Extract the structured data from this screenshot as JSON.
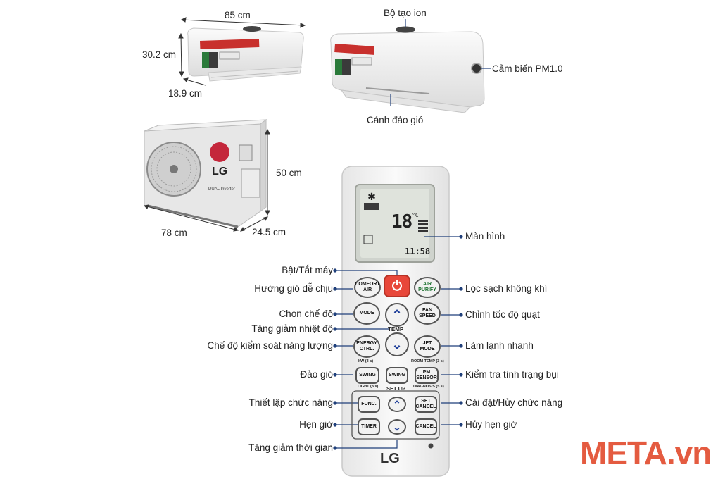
{
  "indoor_dims": {
    "width": "85 cm",
    "height": "30.2 cm",
    "depth": "18.9 cm"
  },
  "outdoor_dims": {
    "width": "78 cm",
    "height": "50 cm",
    "depth": "24.5 cm"
  },
  "indoor_labels": {
    "ion": "Bộ tạo ion",
    "pm_sensor": "Cảm biến PM1.0",
    "vane": "Cánh đảo gió"
  },
  "outdoor_unit": {
    "brand": "LG",
    "model": "DUAL Inverter"
  },
  "remote": {
    "display": {
      "temp": "18",
      "unit": "°C",
      "time": "11:58"
    },
    "buttons": {
      "comfort_air": "COMFORT AIR",
      "air_purify": "AIR PURIFY",
      "mode": "MODE",
      "fan_speed": "FAN SPEED",
      "energy_ctrl": "ENERGY CTRL.",
      "jet_mode": "JET MODE",
      "swing1": "SWING",
      "swing2": "SWING",
      "pm_sensor": "PM SENSOR",
      "func": "FUNC.",
      "set_cancel": "SET CANCEL",
      "timer": "TIMER",
      "cancel": "CANCEL"
    },
    "sublabels": {
      "kw": "kW (3 s)",
      "room_temp": "ROOM TEMP (3 s)",
      "light": "LIGHT (3 s)",
      "diagnosis": "DIAGNOSIS (5 s)"
    },
    "sections": {
      "temp": "TEMP",
      "setup": "SET UP"
    },
    "logo": "LG"
  },
  "callouts_left": {
    "power": "Bật/Tắt máy",
    "comfort": "Hướng gió dễ chịu",
    "mode": "Chọn chế độ",
    "temp": "Tăng giảm nhiệt độ",
    "energy": "Chế độ kiểm soát năng lượng",
    "swing": "Đảo gió",
    "func": "Thiết lập chức năng",
    "timer": "Hẹn giờ",
    "time_adjust": "Tăng giảm thời gian"
  },
  "callouts_right": {
    "screen": "Màn hình",
    "purify": "Lọc sạch không khí",
    "fan": "Chỉnh tốc độ quạt",
    "jet": "Làm lạnh nhanh",
    "dust": "Kiểm tra tình trạng bụi",
    "set_cancel": "Cài đặt/Hủy chức năng",
    "cancel_timer": "Hủy hẹn giờ"
  },
  "watermark": "META.vn",
  "colors": {
    "accent": "#e2492f",
    "line": "#1f3f7a",
    "power": "#e8473a",
    "watermark": "#e24a2c"
  }
}
